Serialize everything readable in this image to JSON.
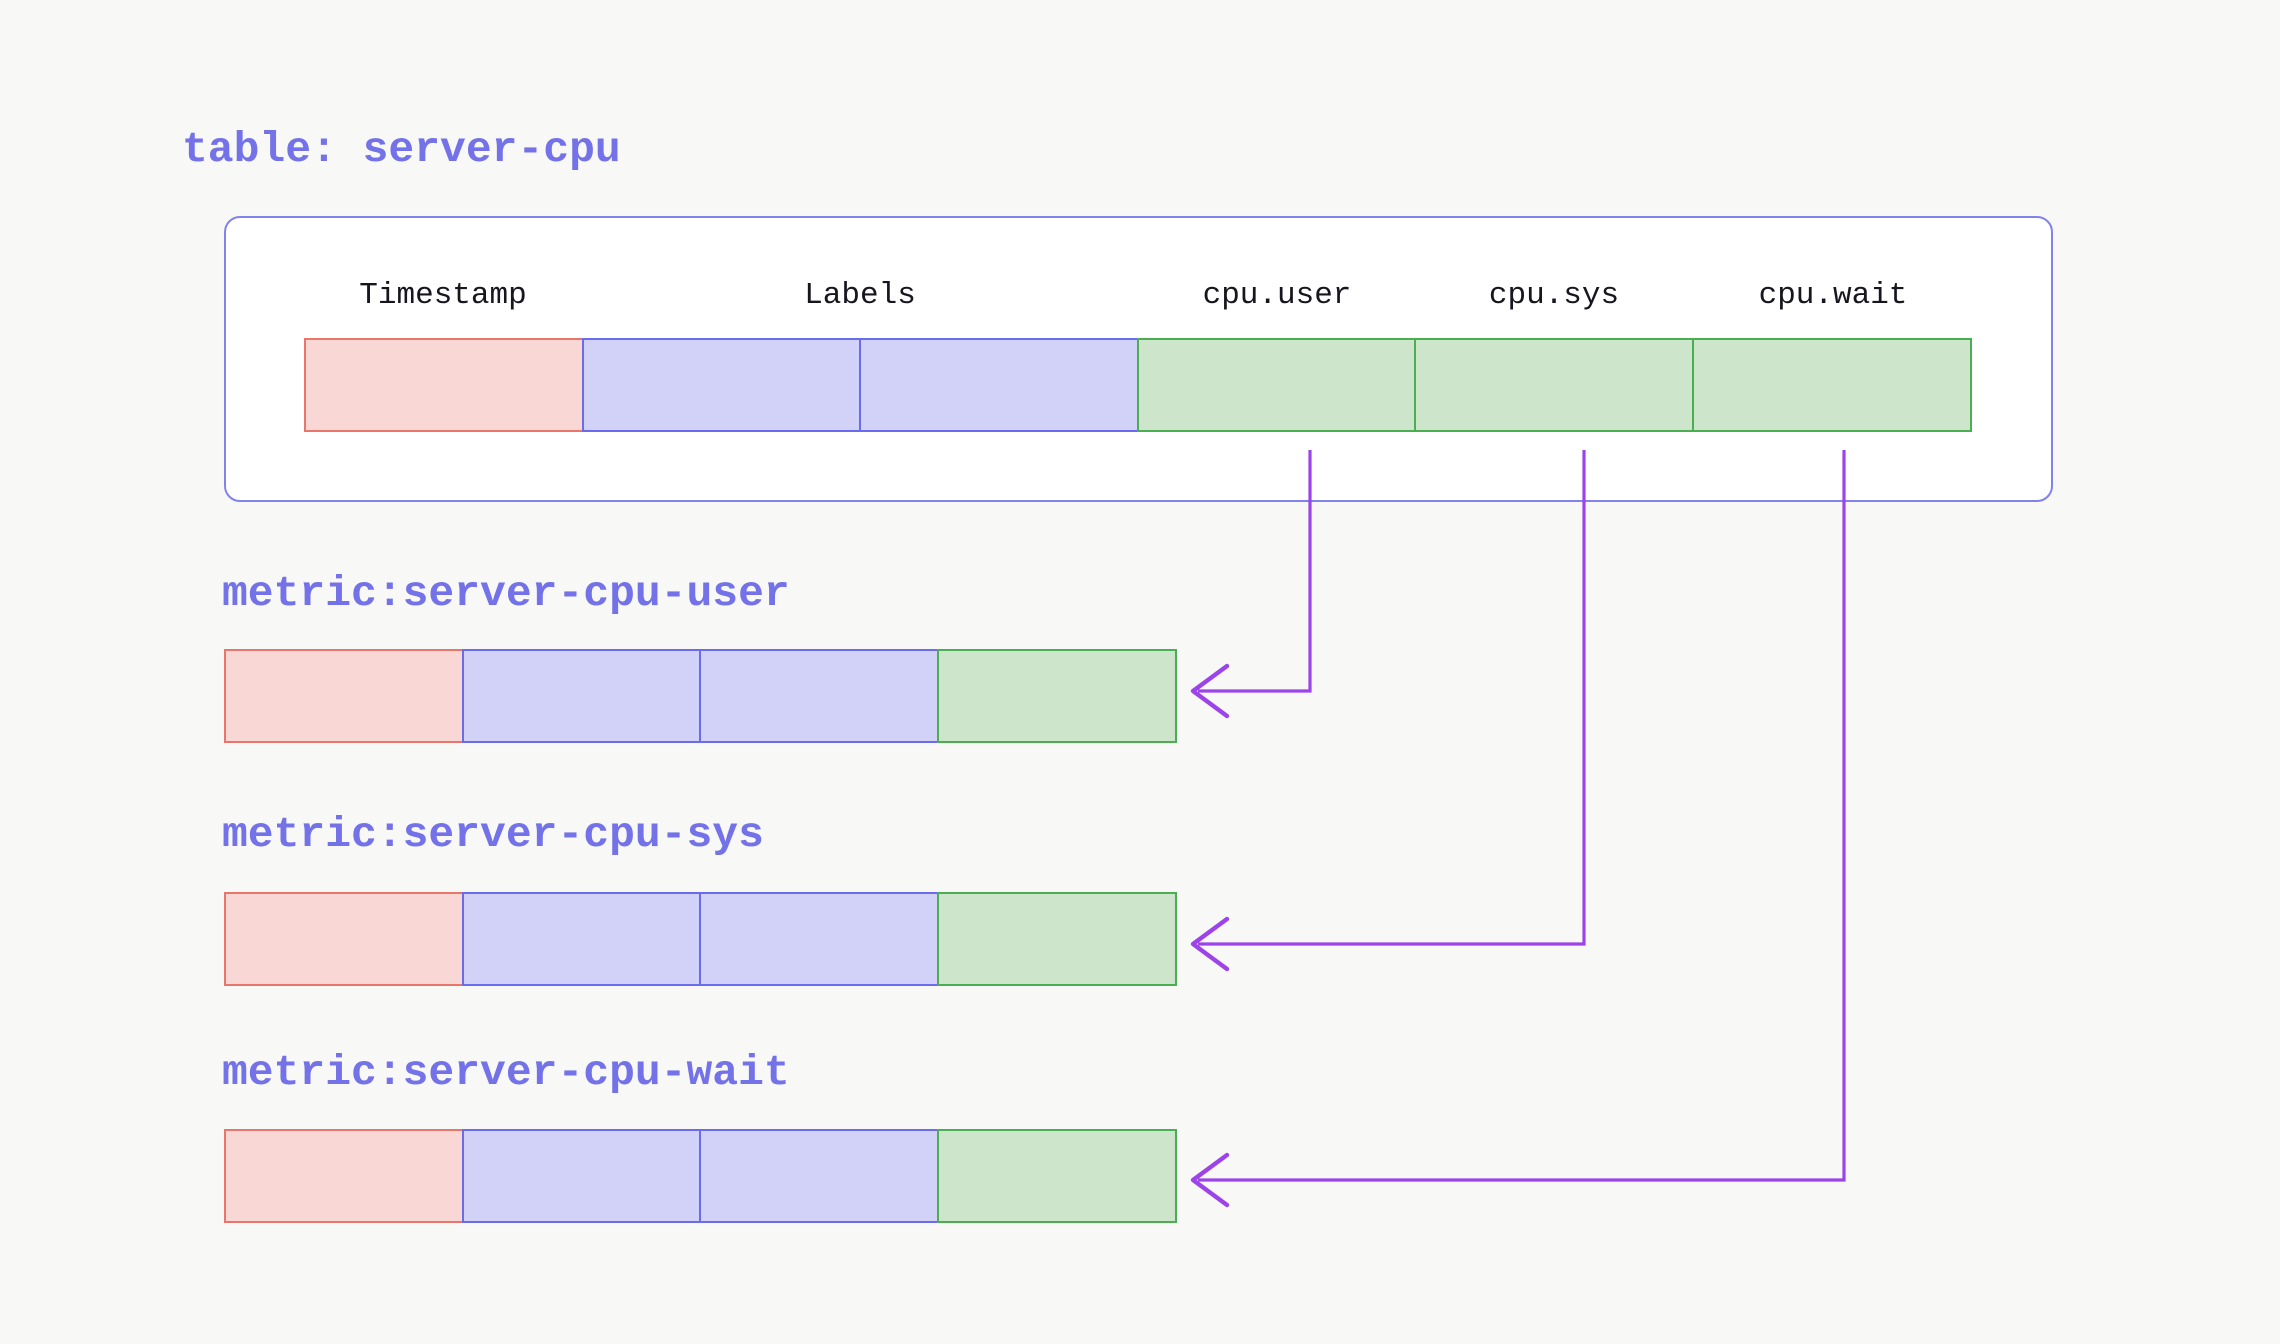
{
  "table": {
    "title": "table: server-cpu",
    "columns": [
      {
        "name": "Timestamp",
        "role": "timestamp"
      },
      {
        "name": "Labels",
        "role": "labels",
        "cells": 2
      },
      {
        "name": "cpu.user",
        "role": "value"
      },
      {
        "name": "cpu.sys",
        "role": "value"
      },
      {
        "name": "cpu.wait",
        "role": "value"
      }
    ]
  },
  "metrics": [
    {
      "label": "metric:server-cpu-user",
      "source_column": "cpu.user"
    },
    {
      "label": "metric:server-cpu-sys",
      "source_column": "cpu.sys"
    },
    {
      "label": "metric:server-cpu-wait",
      "source_column": "cpu.wait"
    }
  ],
  "colors": {
    "background": "#f8f8f6",
    "box_fill": "#ffffff",
    "box_border": "#8282ee",
    "heading_text": "#7472e8",
    "header_text": "#16161e",
    "timestamp_fill": "#f8d7d4",
    "timestamp_border": "#e8766d",
    "labels_fill": "#d2d2f8",
    "labels_border": "#6b6bee",
    "value_fill": "#cde5cb",
    "value_border": "#4cae52",
    "arrow": "#9c44e9"
  }
}
